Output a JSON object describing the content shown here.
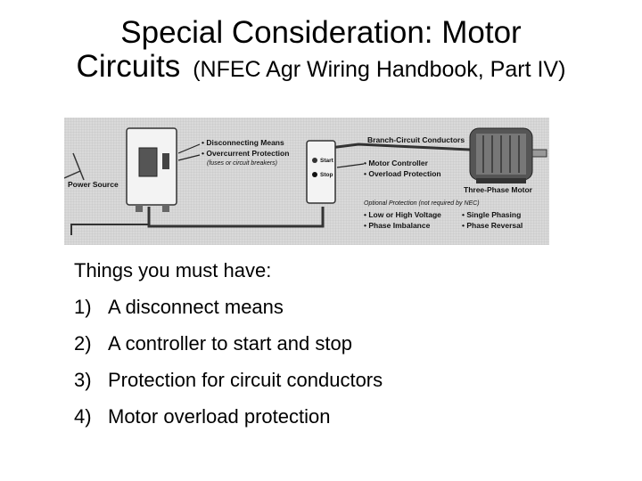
{
  "title": {
    "line1": "Special Consideration: Motor",
    "line2": "Circuits",
    "line2_sub": "(NFEC Agr Wiring Handbook, Part IV)"
  },
  "figure": {
    "power_source": "Power Source",
    "disconnect_label": "• Disconnecting Means",
    "overcurrent_label": "• Overcurrent Protection",
    "fuses_note": "(fuses or circuit breakers)",
    "branch_label": "Branch-Circuit Conductors",
    "controller_label": "• Motor Controller",
    "overload_label": "• Overload Protection",
    "motor_label": "Three-Phase Motor",
    "start_label": "Start",
    "stop_label": "Stop",
    "optional_header": "Optional Protection (not required by NEC)",
    "opt_low_high": "• Low or High Voltage",
    "opt_imbalance": "• Phase Imbalance",
    "opt_single": "• Single Phasing",
    "opt_reversal": "• Phase Reversal"
  },
  "content": {
    "heading": "Things you must have:",
    "items": [
      {
        "num": "1)",
        "text": "A disconnect means"
      },
      {
        "num": "2)",
        "text": "A controller to start and stop"
      },
      {
        "num": "3)",
        "text": "Protection for circuit conductors"
      },
      {
        "num": "4)",
        "text": "Motor overload protection"
      }
    ]
  }
}
